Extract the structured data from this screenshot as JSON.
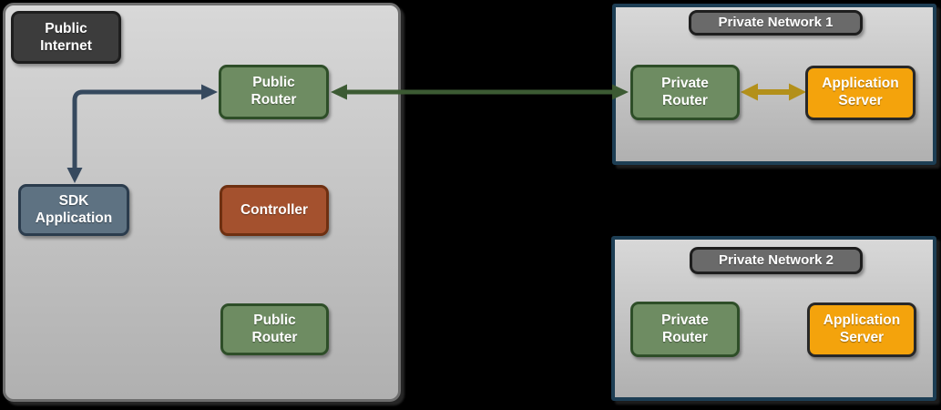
{
  "colors": {
    "background": "#000000",
    "zone_fill_top": "#d8d8d8",
    "zone_fill_bottom": "#b0b0b0",
    "zone_border_gray": "#6e6e6e",
    "zone_border_blue": "#1d3e54",
    "label_dark_fill": "#3c3c3c",
    "label_gray_fill": "#6a6a6a",
    "label_border": "#1e1e1e",
    "green_fill": "#6e8c62",
    "green_border": "#2e4e28",
    "slate_fill": "#5e7282",
    "slate_border": "#2b3c4d",
    "rust_fill": "#a4512e",
    "rust_border": "#6e3011",
    "amber_fill": "#f4a30c",
    "amber_border": "#282828",
    "arrow_slate": "#36495e",
    "arrow_green": "#3c5a33",
    "arrow_gold": "#b3901a"
  },
  "zones": {
    "public_internet": {
      "label": "Public\nInternet"
    },
    "private_network_1": {
      "title": "Private Network 1"
    },
    "private_network_2": {
      "title": "Private Network 2"
    }
  },
  "nodes": {
    "public_router_top": {
      "label": "Public\nRouter"
    },
    "sdk_application": {
      "label": "SDK\nApplication"
    },
    "controller": {
      "label": "Controller"
    },
    "public_router_bottom": {
      "label": "Public\nRouter"
    },
    "pn1_private_router": {
      "label": "Private\nRouter"
    },
    "pn1_application_server": {
      "label": "Application\nServer"
    },
    "pn2_private_router": {
      "label": "Private\nRouter"
    },
    "pn2_application_server": {
      "label": "Application\nServer"
    }
  },
  "arrows": {
    "sdk_to_public_router": {
      "description": "double-headed elbow connector between SDK Application and top Public Router"
    },
    "public_router_to_private_router": {
      "description": "double-headed straight connector between Public Router and Private Network 1 Private Router"
    },
    "private_router_to_app_server": {
      "description": "double-headed straight connector between Private Router and Application Server in Private Network 1"
    }
  }
}
